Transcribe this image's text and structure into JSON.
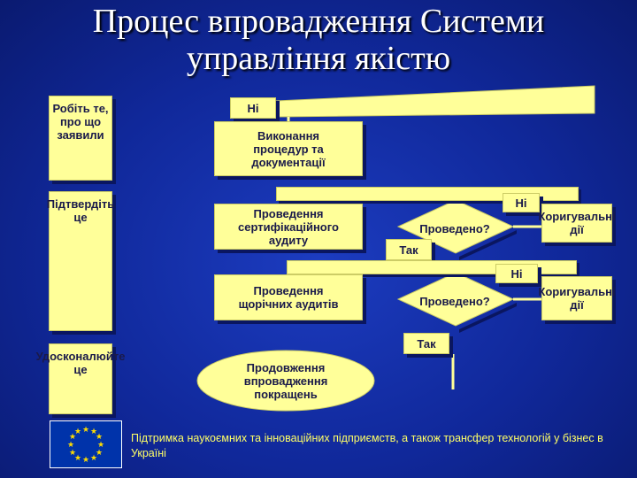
{
  "title": {
    "line1": "Процес впровадження Системи",
    "line2": "управління якістю"
  },
  "left": {
    "do": "Робіть те, про що заявили",
    "confirm": "Підтвердіть це",
    "verify": "Удосконалюйте це"
  },
  "flow": {
    "no1": "Ні",
    "procedures": "Виконання процедур та документації",
    "audit_cert": "Проведення сертифікаційного аудиту",
    "decision1": "Проведено?",
    "no2": "Ні",
    "yes1": "Так",
    "correct1": "Коригувальні дії",
    "annual_audits": "Проведення щорічних аудитів",
    "decision2": "Проведено?",
    "no3": "Ні",
    "correct2": "Коригувальні дії",
    "yes2": "Так",
    "improve": "Продовження впровадження покращень"
  },
  "footer": {
    "text": "Підтримка наукоємних та інноваційних підприємств, а також трансфер технологій у бізнес в Україні"
  },
  "colors": {
    "background": "#10289a",
    "box": "#ffff99",
    "text": "#1a1a4a",
    "title": "#ffffff",
    "footer": "#ffff66"
  }
}
